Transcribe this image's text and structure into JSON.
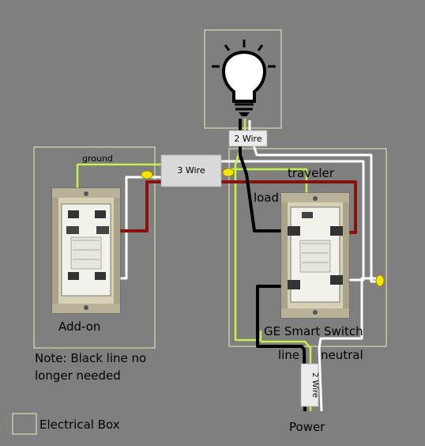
{
  "labels": {
    "two_wire_top": "2 Wire",
    "three_wire": "3 Wire",
    "two_wire_bottom": "2 Wire",
    "ground": "ground",
    "traveler": "traveler",
    "load": "load",
    "add_on": "Add-on",
    "ge_switch": "GE Smart Switch",
    "line": "line",
    "neutral": "neutral",
    "power": "Power",
    "note_line1": "Note: Black line no",
    "note_line2": "longer needed",
    "legend": "Electrical Box"
  },
  "colors": {
    "background": "#7f7f7f",
    "ground_wire": "#c8f04a",
    "traveler_wire": "#8b1010",
    "hot_wire": "#000000",
    "neutral_wire": "#ffffff",
    "wire_nut": "#f5e400",
    "box_outline": "#dcdcb4"
  }
}
